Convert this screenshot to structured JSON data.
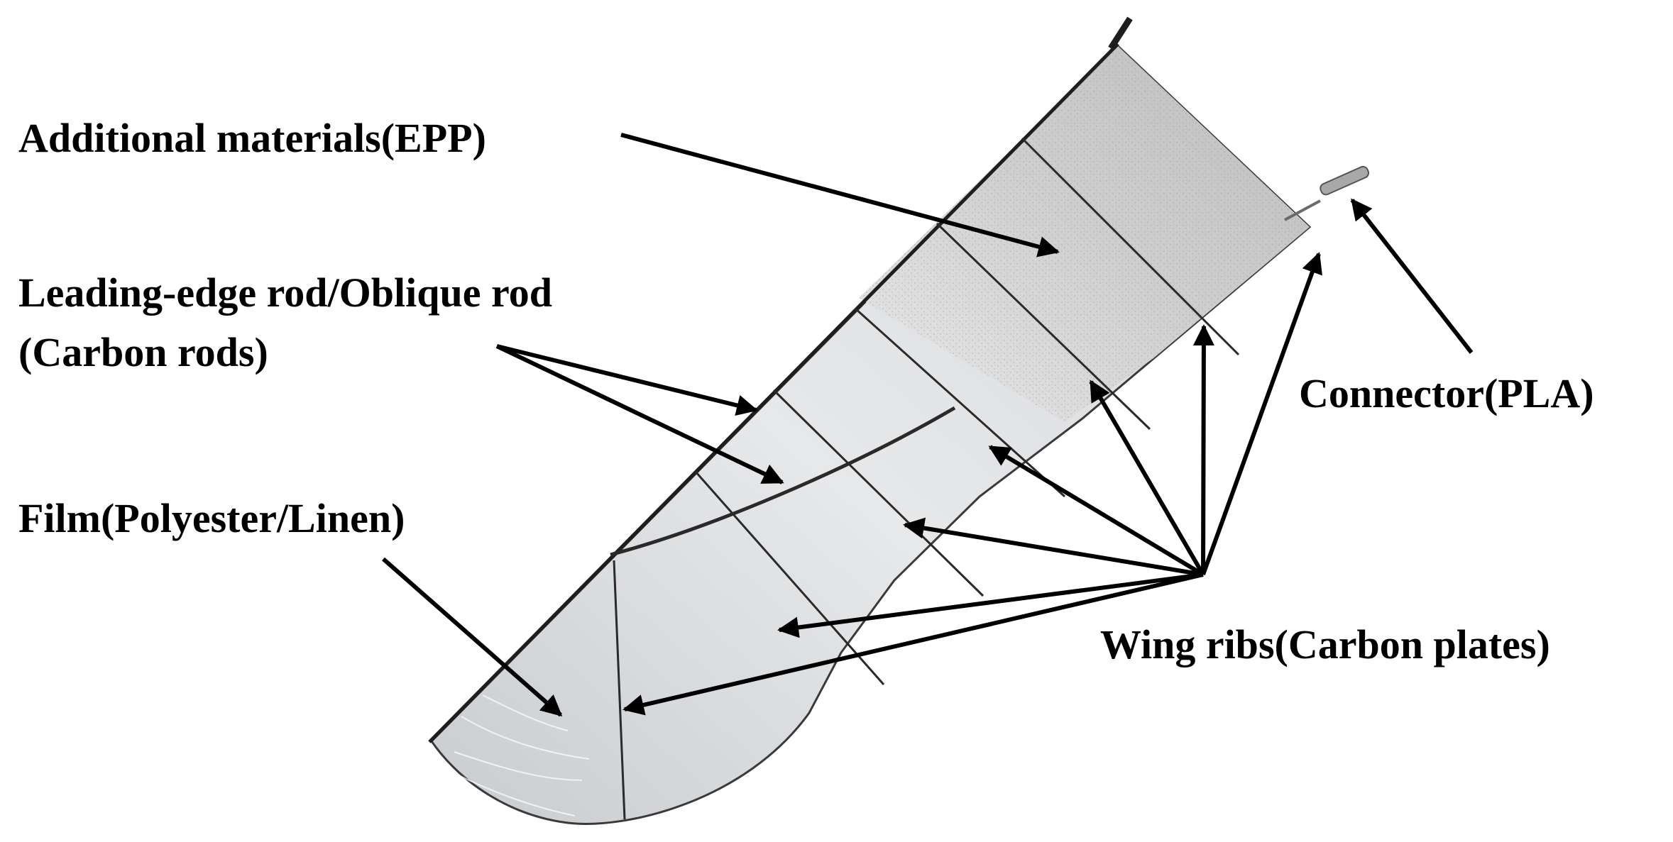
{
  "labels": {
    "additional_materials": "Additional materials(EPP)",
    "leading_edge_line1": "Leading-edge rod/Oblique rod",
    "leading_edge_line2": "(Carbon rods)",
    "film": "Film(Polyester/Linen)",
    "connector": "Connector(PLA)",
    "wing_ribs": "Wing ribs(Carbon plates)"
  },
  "colors": {
    "text": "#000000",
    "arrow": "#000000",
    "epp_foam": "#c9c9c9",
    "film": "#dcdedf",
    "rod": "#222222",
    "connector": "#a9a9a9"
  }
}
